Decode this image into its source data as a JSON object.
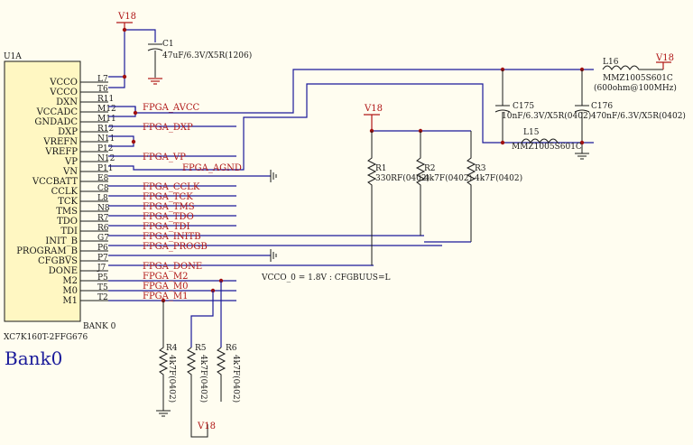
{
  "ic": {
    "ref": "U1A",
    "part": "XC7K160T-2FFG676",
    "bank": "BANK 0",
    "pins": [
      {
        "name": "VCCO",
        "num": "L7"
      },
      {
        "name": "VCCO",
        "num": "T6"
      },
      {
        "name": "DXN",
        "num": "R11"
      },
      {
        "name": "VCCADC",
        "num": "M12"
      },
      {
        "name": "GNDADC",
        "num": "M11"
      },
      {
        "name": "DXP",
        "num": "R12"
      },
      {
        "name": "VREFN",
        "num": "N11"
      },
      {
        "name": "VREFP",
        "num": "P12"
      },
      {
        "name": "VP",
        "num": "N12"
      },
      {
        "name": "VN",
        "num": "P11"
      },
      {
        "name": "VCCBATT",
        "num": "E8"
      },
      {
        "name": "CCLK",
        "num": "C8"
      },
      {
        "name": "TCK",
        "num": "L8"
      },
      {
        "name": "TMS",
        "num": "N8"
      },
      {
        "name": "TDO",
        "num": "R7"
      },
      {
        "name": "TDI",
        "num": "R6"
      },
      {
        "name": "INIT_B",
        "num": "G7"
      },
      {
        "name": "PROGRAM_B",
        "num": "P6"
      },
      {
        "name": "CFGBVS",
        "num": "P7"
      },
      {
        "name": "DONE",
        "num": "J7"
      },
      {
        "name": "M2",
        "num": "P5"
      },
      {
        "name": "M0",
        "num": "T5"
      },
      {
        "name": "M1",
        "num": "T2"
      }
    ]
  },
  "nets": {
    "avcc": "FPGA_AVCC",
    "dxp": "FPGA_DXP",
    "vp": "FPGA_VP",
    "agnd": "FPGA_AGND",
    "cclk": "FPGA_CCLK",
    "tck": "FPGA_TCK",
    "tms": "FPGA_TMS",
    "tdo": "FPGA_TDO",
    "tdi": "FPGA_TDI",
    "initb": "FPGA_INITB",
    "progb": "FPGA_PROGB",
    "done": "FPGA_DONE",
    "m2": "FPGA_M2",
    "m0": "FPGA_M0",
    "m1": "FPGA_M1"
  },
  "power": {
    "v18_top": "V18",
    "v18_res": "V18",
    "v18_right": "V18",
    "v18_bottom": "V18"
  },
  "parts": {
    "c1_ref": "C1",
    "c1_val": "47uF/6.3V/X5R(1206)",
    "c175_ref": "C175",
    "c175_val": "10nF/6.3V/X5R(0402)",
    "c176_ref": "C176",
    "c176_val": "470nF/6.3V/X5R(0402)",
    "l16_ref": "L16",
    "l16_val": "MMZ1005S601C",
    "l16_note": "(600ohm@100MHz)",
    "l15_ref": "L15",
    "l15_val": "MMZ1005S601C",
    "r1_ref": "R1",
    "r1_val": "330RF(0402)",
    "r2_ref": "R2",
    "r2_val": "4k7F(0402)",
    "r3_ref": "R3",
    "r3_val": "4k7F(0402)",
    "r4_ref": "R4",
    "r4_val": "4k7F(0402)",
    "r5_ref": "R5",
    "r5_val": "4k7F(0402)",
    "r6_ref": "R6",
    "r6_val": "4k7F(0402)"
  },
  "note": "VCCO_0 = 1.8V : CFGBUUS=L",
  "sheet_title": "Bank0"
}
